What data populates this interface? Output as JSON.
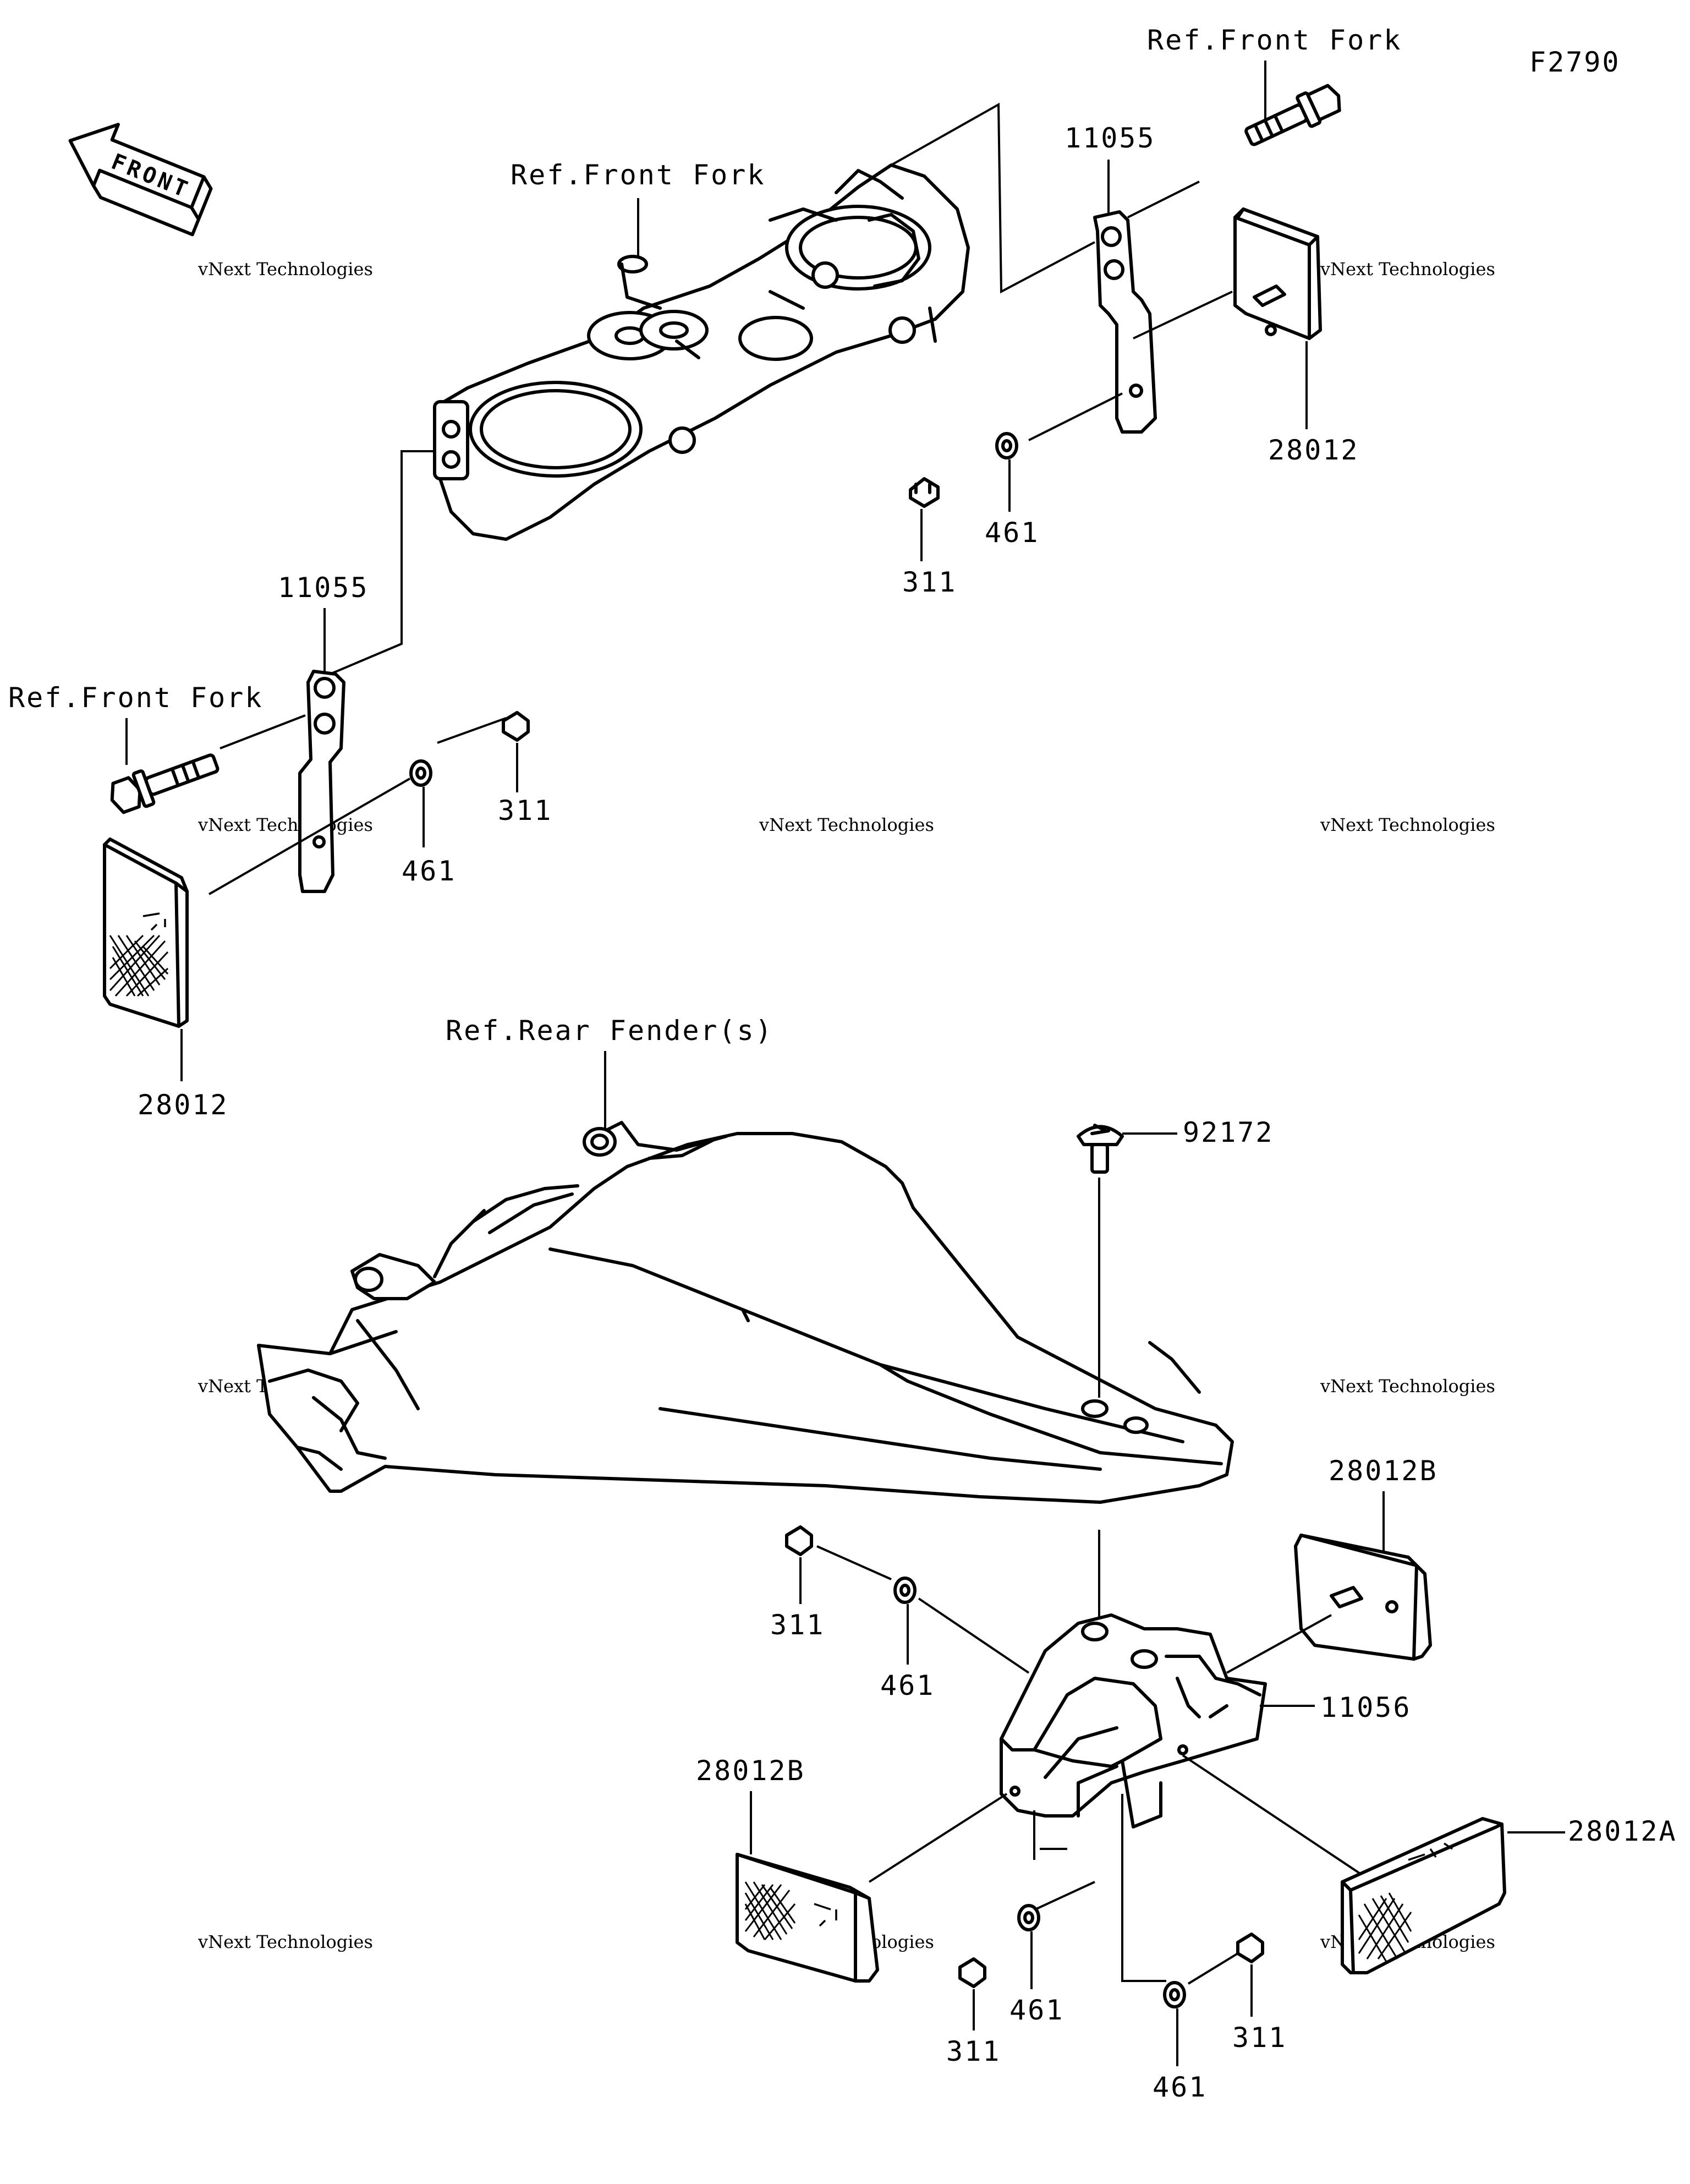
{
  "diagram_id": "F2790",
  "front_arrow_label": "FRONT",
  "labels": {
    "ref_front_fork_top": "Ref.Front Fork",
    "ref_front_fork_mid": "Ref.Front Fork",
    "ref_front_fork_left": "Ref.Front Fork",
    "ref_rear_fender": "Ref.Rear Fender(s)",
    "bracket_right": "11055",
    "bracket_left": "11055",
    "reflector_right_top": "28012",
    "reflector_left": "28012",
    "washer_top_right": "461",
    "nut_top_right": "311",
    "washer_left": "461",
    "nut_left": "311",
    "screw_rear": "92172",
    "reflector_rear_right": "28012B",
    "bracket_rear": "11056",
    "reflector_rear_left": "28012B",
    "reflector_rear_amber": "28012A",
    "nut_rear_upper": "311",
    "washer_rear_upper": "461",
    "nut_rear_lower_left": "311",
    "washer_rear_lower_left": "461",
    "washer_rear_lower_right": "461",
    "nut_rear_lower_right": "311"
  },
  "watermark": {
    "line1": "vNext Technologies",
    "line2": "vNext\nTechnologies"
  }
}
